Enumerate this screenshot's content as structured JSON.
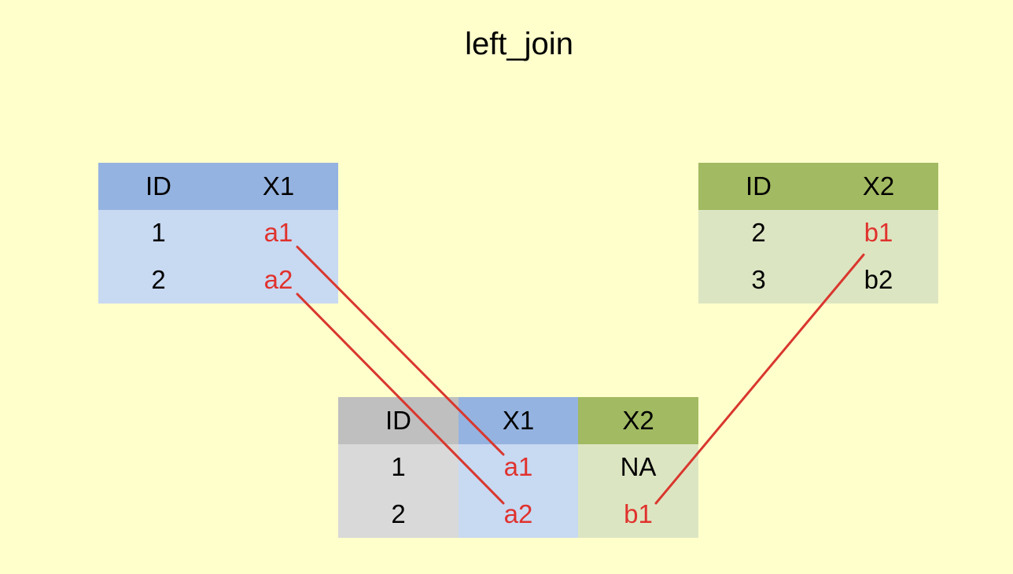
{
  "title": "left_join",
  "left_table": {
    "headers": [
      "ID",
      "X1"
    ],
    "rows": [
      [
        "1",
        "a1"
      ],
      [
        "2",
        "a2"
      ]
    ]
  },
  "right_table": {
    "headers": [
      "ID",
      "X2"
    ],
    "rows": [
      [
        "2",
        "b1"
      ],
      [
        "3",
        "b2"
      ]
    ]
  },
  "result_table": {
    "headers": [
      "ID",
      "X1",
      "X2"
    ],
    "rows": [
      [
        "1",
        "a1",
        "NA"
      ],
      [
        "2",
        "a2",
        "b1"
      ]
    ]
  },
  "colors": {
    "background": "#FFFFCC",
    "left_header": "#95B3E0",
    "left_body": "#C8D9F2",
    "right_header": "#A2BA62",
    "right_body": "#DCE5C2",
    "id_header": "#BFBFBF",
    "id_body": "#D9D9D9",
    "highlight_text": "#E0322D",
    "connector_line": "#D9372E"
  }
}
